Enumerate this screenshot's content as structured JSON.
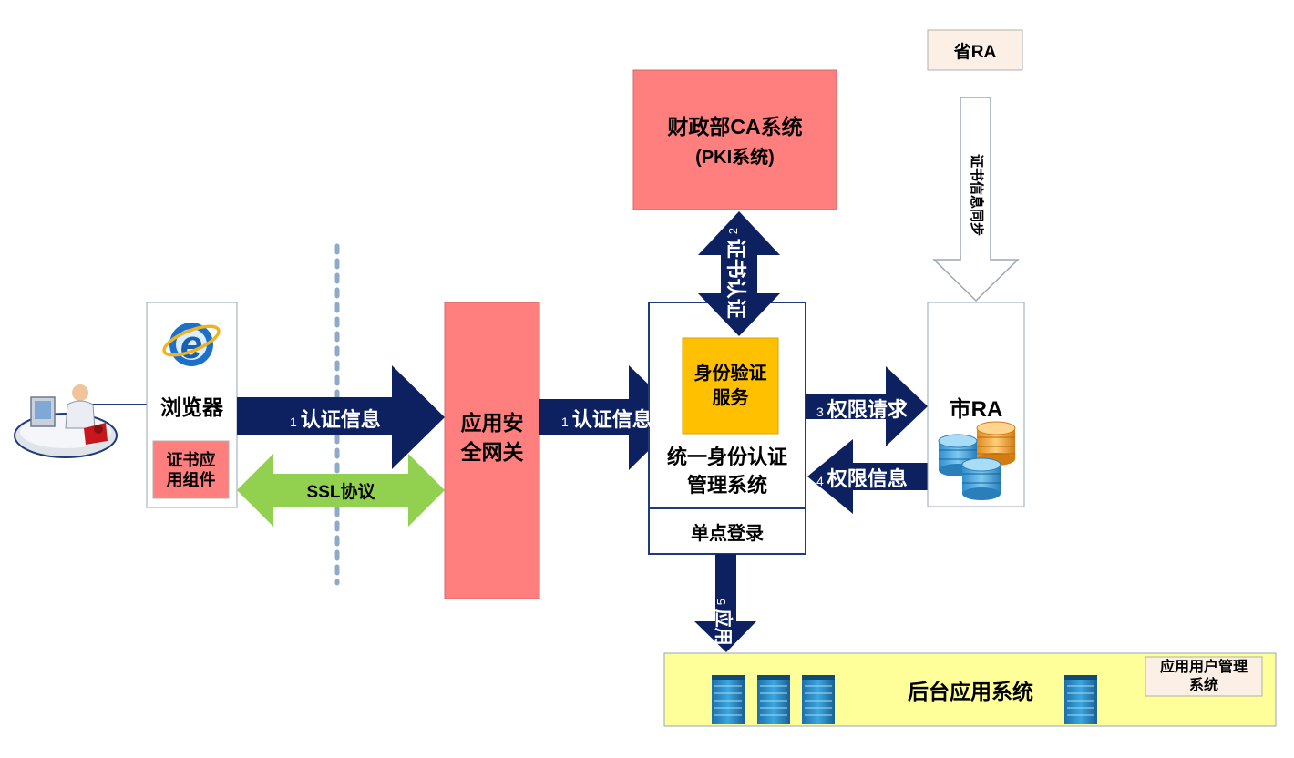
{
  "nodes": {
    "browser": "浏览器",
    "cert_component": "证书应\n用组件",
    "gateway": "应用安\n全网关",
    "ca_line1": "财政部CA系统",
    "ca_line2": "(PKI系统)",
    "identity_service": "身份验证\n服务",
    "uim_system": "统一身份认证\n管理系统",
    "sso": "单点登录",
    "province_ra": "省RA",
    "city_ra": "市RA",
    "backend": "后台应用系统",
    "user_mgmt": "应用用户管理\n系统"
  },
  "edges": {
    "auth_info_1": {
      "num": "1",
      "label": "认证信息"
    },
    "auth_info_2": {
      "num": "1",
      "label": "认证信息"
    },
    "ssl": "SSL协议",
    "cert_auth": {
      "num": "2",
      "label": "证书认证"
    },
    "perm_request": {
      "num": "3",
      "label": "权限请求"
    },
    "perm_info": {
      "num": "4",
      "label": "权限信息"
    },
    "apply": {
      "num": "5",
      "label": "应用"
    },
    "cert_sync": "证书信息同步"
  },
  "colors": {
    "dark_arrow": "#0d2060",
    "green_arrow": "#92d050",
    "pink_box": "#ff7f7f",
    "orange_box": "#ffc000",
    "yellow_band": "#ffff99",
    "peach_box": "#fcefe6",
    "box_border": "#1f3b7a"
  },
  "icons": [
    "user-at-computer-icon",
    "internet-explorer-icon",
    "database-icon",
    "server-rack-icon"
  ]
}
